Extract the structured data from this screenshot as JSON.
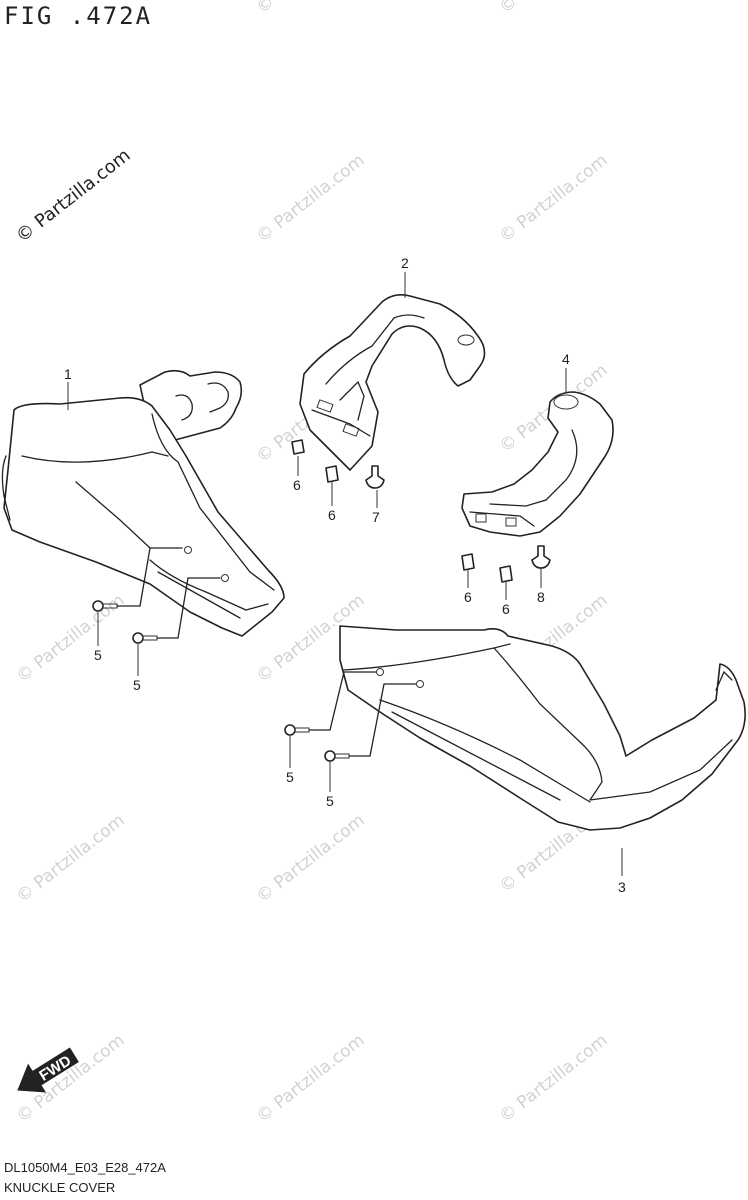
{
  "figure": {
    "title": "FIG .472A",
    "code": "DL1050M4_E03_E28_472A",
    "name": "KNUCKLE COVER"
  },
  "watermark": {
    "text": "© Partzilla.com",
    "primary_text": "© Partzilla.com"
  },
  "fwd_label": "FWD",
  "callouts": {
    "part_1": "1",
    "part_2": "2",
    "part_3": "3",
    "part_4": "4",
    "screw_5a": "5",
    "screw_5b": "5",
    "screw_5c": "5",
    "screw_5d": "5",
    "nut_6a": "6",
    "nut_6b": "6",
    "nut_6c": "6",
    "nut_6d": "6",
    "clip_7": "7",
    "clip_8": "8"
  },
  "colors": {
    "line": "#222222",
    "watermark": "#d2d2d2",
    "background": "#ffffff"
  }
}
